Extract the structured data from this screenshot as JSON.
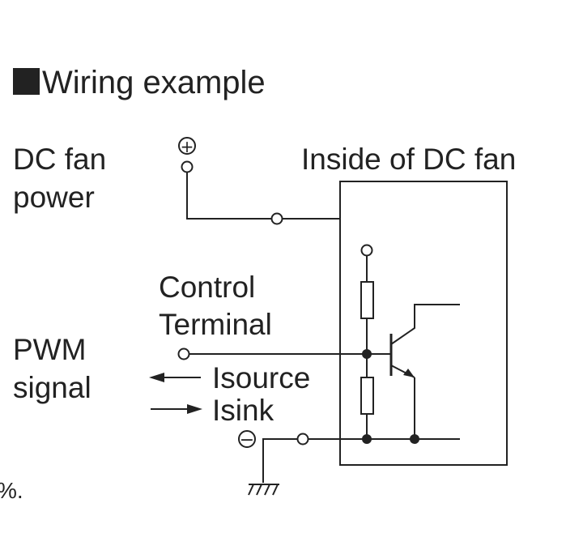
{
  "title": "Wiring example",
  "labels": {
    "dc_fan_power_line1": "DC fan",
    "dc_fan_power_line2": "power",
    "inside_of_dc_fan": "Inside of DC fan",
    "control_terminal_line1": "Control",
    "control_terminal_line2": "Terminal",
    "pwm_signal_line1": "PWM",
    "pwm_signal_line2": "signal",
    "isource": "Isource",
    "isink": "Isink",
    "plus_symbol": "+",
    "minus_symbol": "−",
    "edge_fragment": "%."
  }
}
